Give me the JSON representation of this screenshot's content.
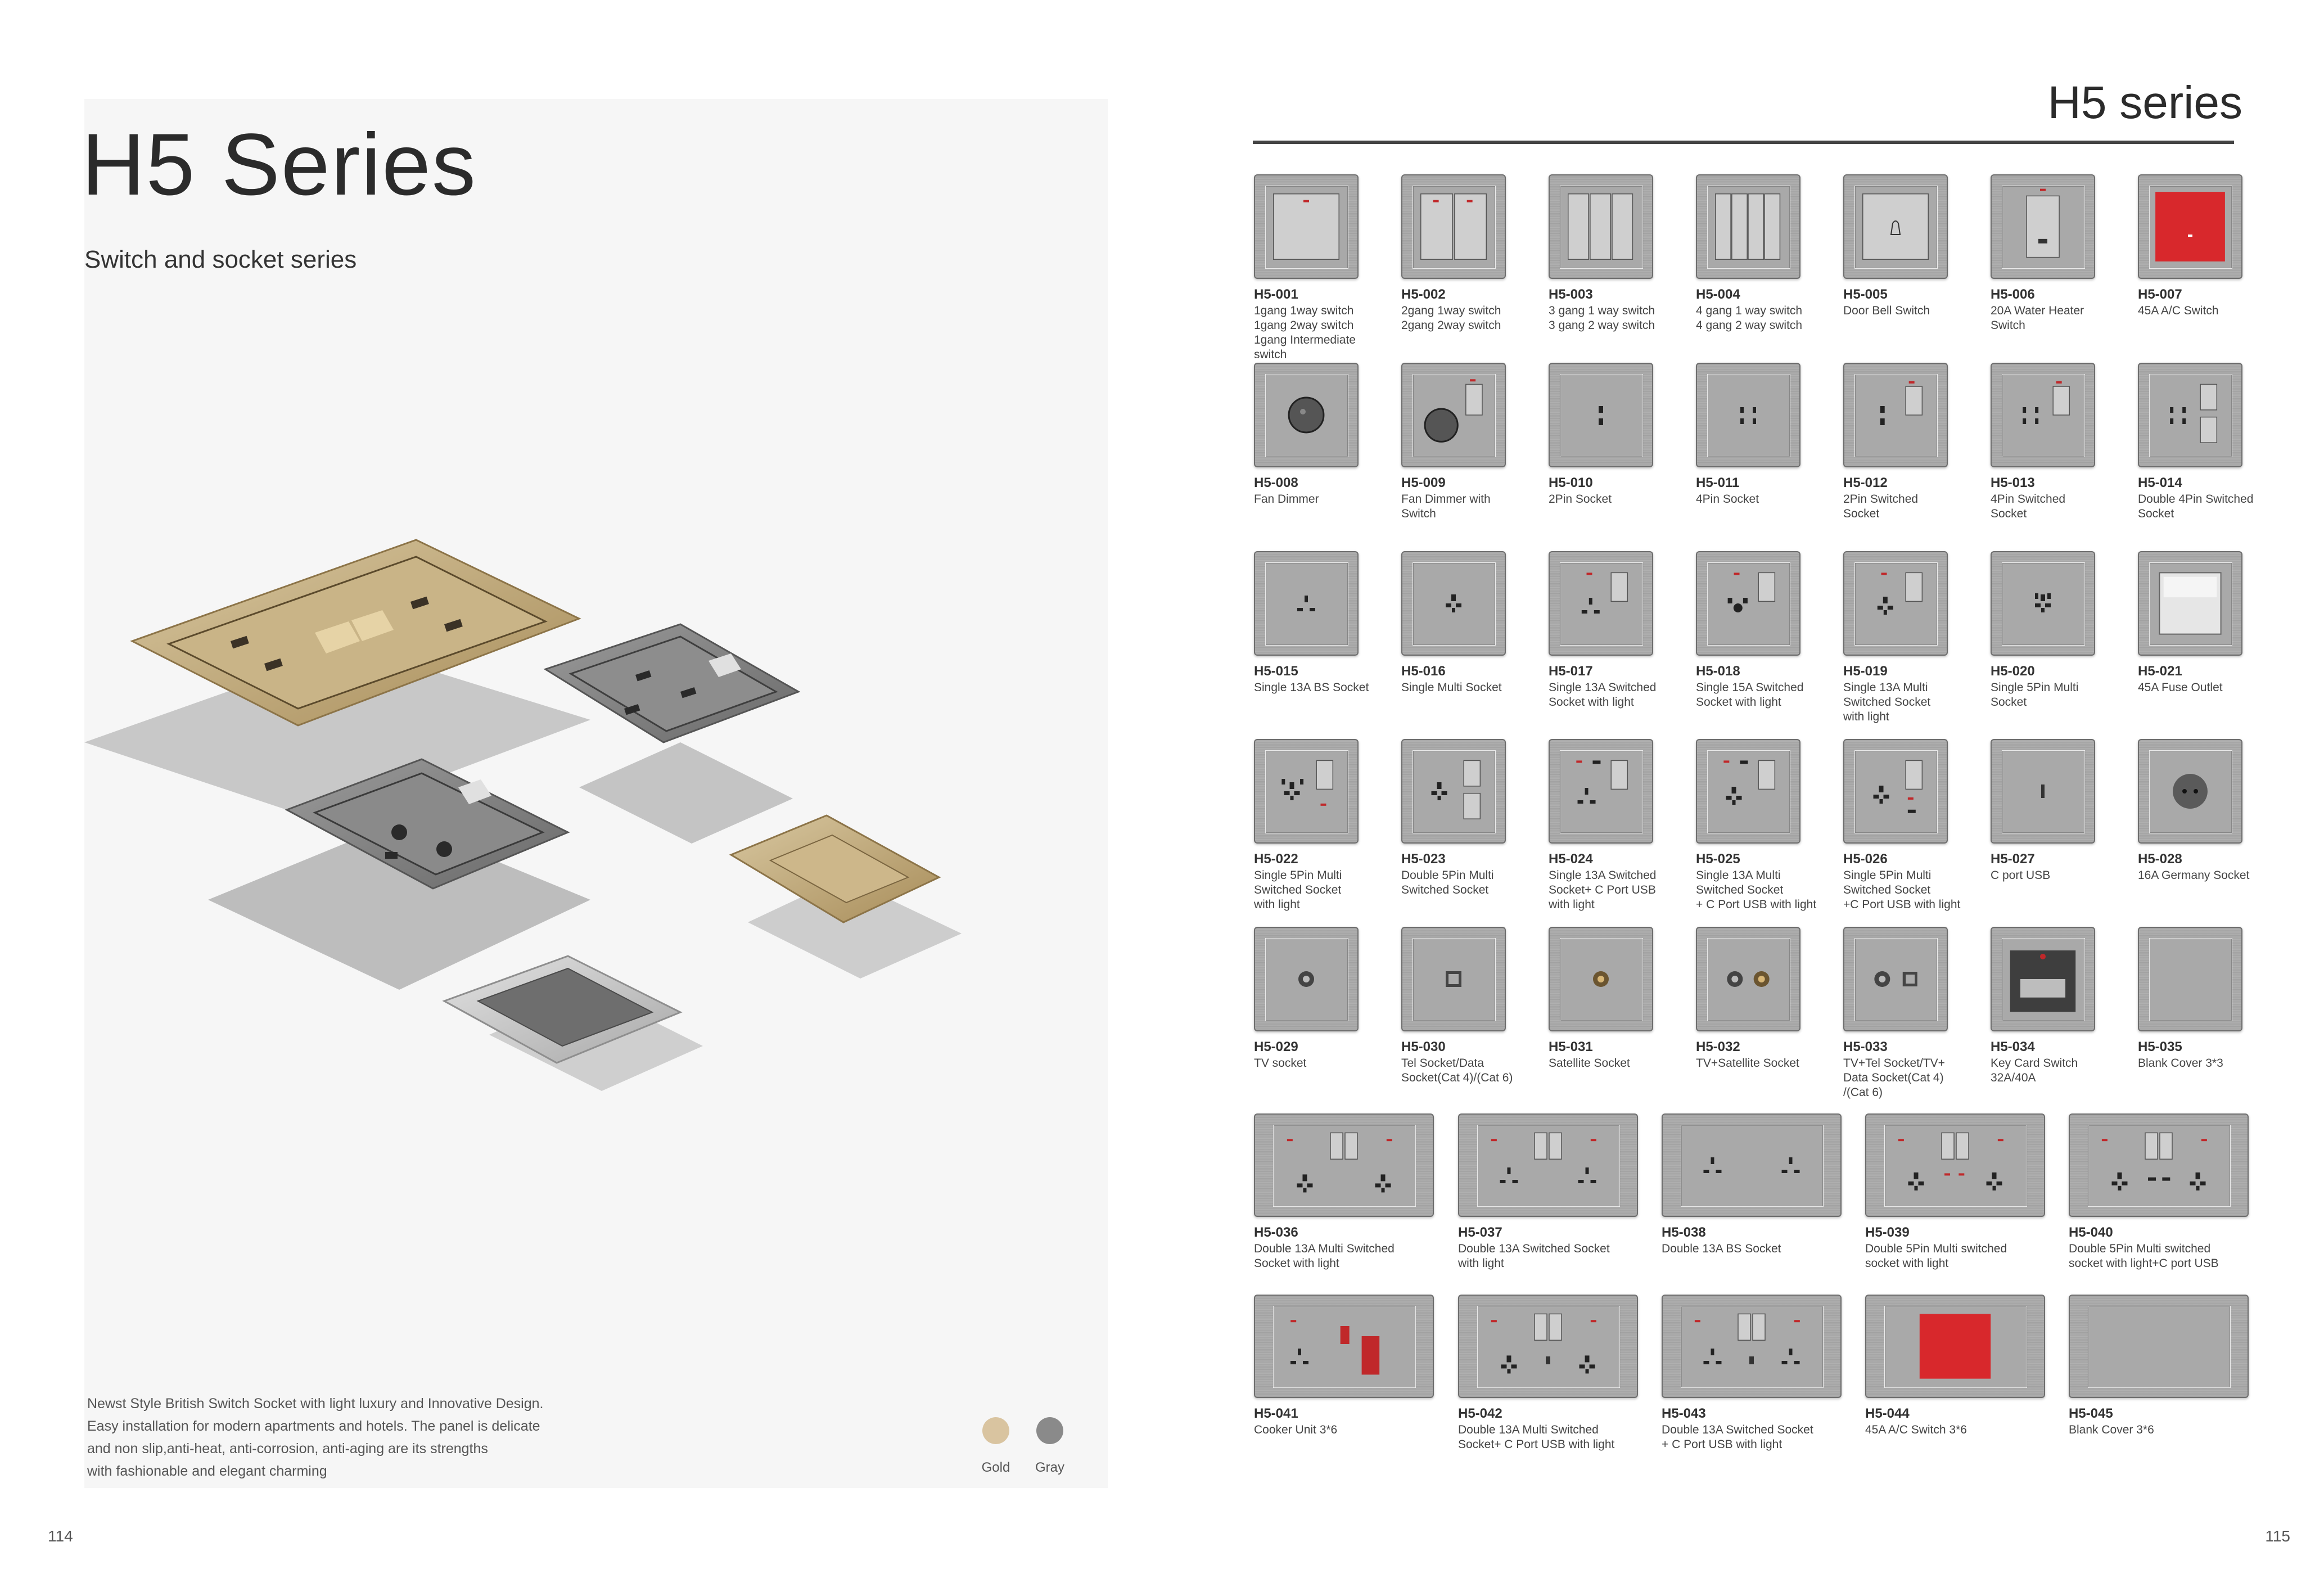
{
  "left": {
    "title": "H5  Series",
    "subtitle": "Switch and socket series",
    "description": [
      "Newst Style British Switch Socket with light luxury and Innovative Design.",
      "Easy installation for modern apartments and hotels. The panel is delicate",
      "and non slip,anti-heat, anti-corrosion, anti-aging are its strengths",
      "with fashionable and elegant charming"
    ],
    "swatches": [
      {
        "label": "Gold",
        "color": "#d9c4a0"
      },
      {
        "label": "Gray",
        "color": "#8a8a8a"
      }
    ],
    "page_number": "114"
  },
  "right": {
    "title": "H5 series",
    "page_number": "115",
    "products": [
      {
        "code": "H5-001",
        "name": [
          "1gang 1way switch",
          "1gang 2way switch",
          "1gang Intermediate",
          "switch"
        ],
        "icon": "switch-1"
      },
      {
        "code": "H5-002",
        "name": [
          "2gang 1way switch",
          "2gang 2way switch"
        ],
        "icon": "switch-2"
      },
      {
        "code": "H5-003",
        "name": [
          "3 gang 1 way switch",
          "3 gang 2 way switch"
        ],
        "icon": "switch-3"
      },
      {
        "code": "H5-004",
        "name": [
          "4 gang 1 way switch",
          "4 gang 2 way switch"
        ],
        "icon": "switch-4"
      },
      {
        "code": "H5-005",
        "name": [
          "Door Bell Switch"
        ],
        "icon": "bell"
      },
      {
        "code": "H5-006",
        "name": [
          "20A Water Heater",
          "Switch"
        ],
        "icon": "heater"
      },
      {
        "code": "H5-007",
        "name": [
          "45A A/C Switch"
        ],
        "icon": "ac-red"
      },
      {
        "code": "H5-008",
        "name": [
          "Fan Dimmer"
        ],
        "icon": "dimmer"
      },
      {
        "code": "H5-009",
        "name": [
          "Fan Dimmer with",
          "Switch"
        ],
        "icon": "dimmer-switch"
      },
      {
        "code": "H5-010",
        "name": [
          "2Pin Socket"
        ],
        "icon": "pin2"
      },
      {
        "code": "H5-011",
        "name": [
          "4Pin Socket"
        ],
        "icon": "pin4"
      },
      {
        "code": "H5-012",
        "name": [
          "2Pin Switched",
          "Socket"
        ],
        "icon": "pin2-sw"
      },
      {
        "code": "H5-013",
        "name": [
          "4Pin Switched",
          "Socket"
        ],
        "icon": "pin4-sw"
      },
      {
        "code": "H5-014",
        "name": [
          "Double 4Pin Switched",
          "Socket"
        ],
        "icon": "pin4-dsw"
      },
      {
        "code": "H5-015",
        "name": [
          "Single 13A BS Socket"
        ],
        "icon": "bs13"
      },
      {
        "code": "H5-016",
        "name": [
          "Single Multi Socket"
        ],
        "icon": "multi"
      },
      {
        "code": "H5-017",
        "name": [
          "Single 13A Switched",
          "Socket with light"
        ],
        "icon": "bs13-sw"
      },
      {
        "code": "H5-018",
        "name": [
          "Single 15A Switched",
          "Socket with light"
        ],
        "icon": "bs15-sw"
      },
      {
        "code": "H5-019",
        "name": [
          "Single 13A Multi",
          "Switched Socket",
          "with light"
        ],
        "icon": "multi-sw"
      },
      {
        "code": "H5-020",
        "name": [
          "Single 5Pin Multi",
          "Socket"
        ],
        "icon": "pin5"
      },
      {
        "code": "H5-021",
        "name": [
          "45A Fuse Outlet"
        ],
        "icon": "fuse"
      },
      {
        "code": "H5-022",
        "name": [
          "Single 5Pin Multi",
          "Switched Socket",
          "with light"
        ],
        "icon": "pin5-sw"
      },
      {
        "code": "H5-023",
        "name": [
          "Double 5Pin Multi",
          "Switched Socket"
        ],
        "icon": "pin5-dsw"
      },
      {
        "code": "H5-024",
        "name": [
          "Single 13A Switched",
          "Socket+ C Port USB",
          "with light"
        ],
        "icon": "usb-sw"
      },
      {
        "code": "H5-025",
        "name": [
          "Single 13A Multi",
          "Switched Socket",
          "+ C Port USB with light"
        ],
        "icon": "usb-multi"
      },
      {
        "code": "H5-026",
        "name": [
          "Single 5Pin Multi",
          "Switched Socket",
          "+C Port USB with light"
        ],
        "icon": "usb-pin5"
      },
      {
        "code": "H5-027",
        "name": [
          "C port USB"
        ],
        "icon": "usb"
      },
      {
        "code": "H5-028",
        "name": [
          "16A Germany Socket"
        ],
        "icon": "schuko"
      },
      {
        "code": "H5-029",
        "name": [
          "TV socket"
        ],
        "icon": "tv"
      },
      {
        "code": "H5-030",
        "name": [
          "Tel Socket/Data",
          "Socket(Cat 4)/(Cat 6)"
        ],
        "icon": "data"
      },
      {
        "code": "H5-031",
        "name": [
          "Satellite Socket"
        ],
        "icon": "sat"
      },
      {
        "code": "H5-032",
        "name": [
          "TV+Satellite Socket"
        ],
        "icon": "tv-sat"
      },
      {
        "code": "H5-033",
        "name": [
          "TV+Tel Socket/TV+",
          "Data Socket(Cat 4)",
          "/(Cat 6)"
        ],
        "icon": "tv-data"
      },
      {
        "code": "H5-034",
        "name": [
          "Key Card Switch",
          "32A/40A"
        ],
        "icon": "keycard"
      },
      {
        "code": "H5-035",
        "name": [
          "Blank Cover 3*3"
        ],
        "icon": "blank"
      },
      {
        "code": "H5-036",
        "name": [
          "Double 13A Multi Switched",
          "Socket with light"
        ],
        "icon": "wide-multi"
      },
      {
        "code": "H5-037",
        "name": [
          "Double 13A Switched Socket",
          "with light"
        ],
        "icon": "wide-bs"
      },
      {
        "code": "H5-038",
        "name": [
          "Double 13A BS Socket"
        ],
        "icon": "wide-bs-plain"
      },
      {
        "code": "H5-039",
        "name": [
          "Double 5Pin Multi switched",
          "socket with light"
        ],
        "icon": "wide-pin5"
      },
      {
        "code": "H5-040",
        "name": [
          "Double 5Pin Multi switched",
          "socket with light+C port USB"
        ],
        "icon": "wide-pin5-usb"
      },
      {
        "code": "H5-041",
        "name": [
          "Cooker Unit 3*6"
        ],
        "icon": "wide-cooker"
      },
      {
        "code": "H5-042",
        "name": [
          "Double 13A Multi Switched",
          "Socket+ C Port USB with light"
        ],
        "icon": "wide-multi-usb"
      },
      {
        "code": "H5-043",
        "name": [
          "Double 13A Switched Socket",
          "+ C Port USB with light"
        ],
        "icon": "wide-bs-usb"
      },
      {
        "code": "H5-044",
        "name": [
          "45A A/C Switch 3*6"
        ],
        "icon": "wide-ac"
      },
      {
        "code": "H5-045",
        "name": [
          "Blank Cover 3*6"
        ],
        "icon": "wide-blank"
      }
    ]
  }
}
